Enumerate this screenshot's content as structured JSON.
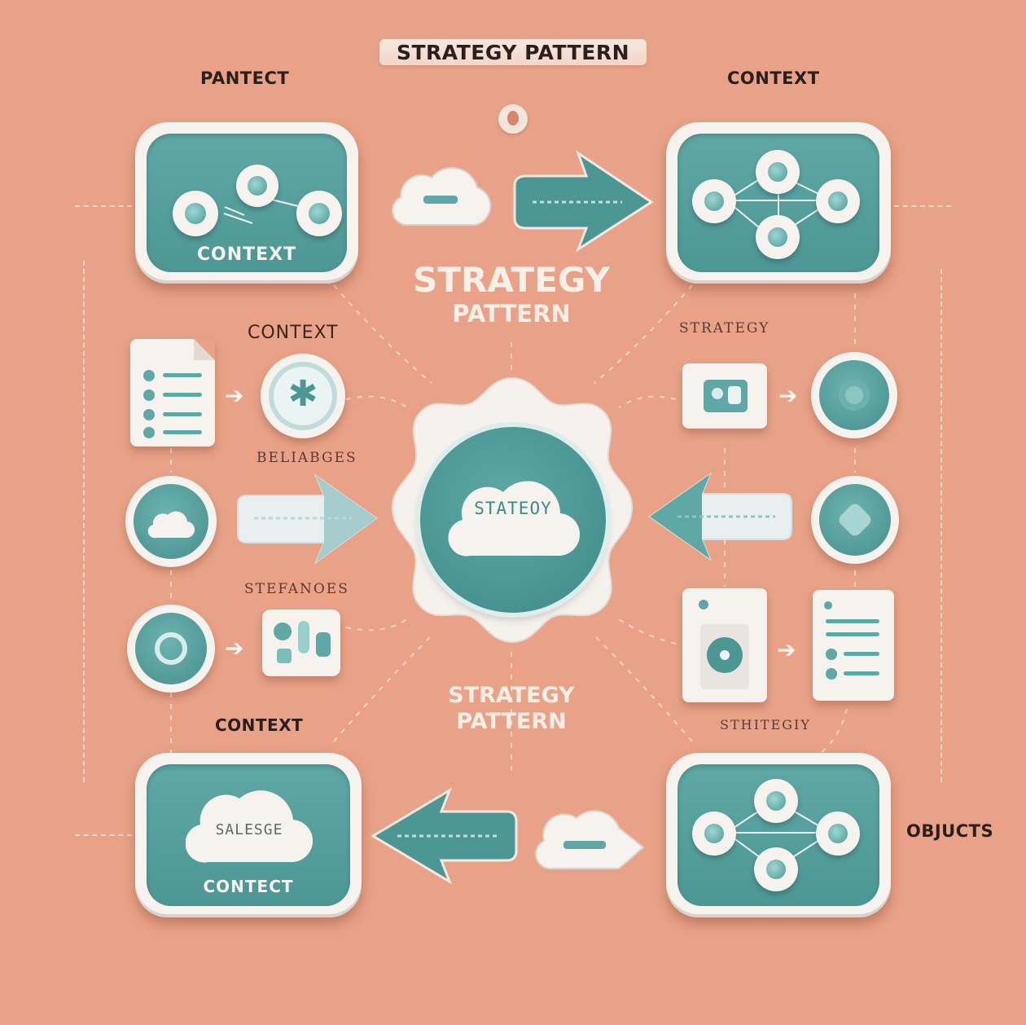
{
  "title": "STRATEGY PATTERN",
  "corner_labels": {
    "top_left": "PANTECT",
    "top_right": "CONTEXT",
    "bottom_left": "CONTEXT",
    "bottom_right": "OBJUCTS"
  },
  "center_title": {
    "line1": "STRATEGY",
    "line2": "PATTERN"
  },
  "lower_title": {
    "line1": "STRATEGY",
    "line2": "PATTERN"
  },
  "panels": {
    "top_left": "CONTEXT",
    "bottom_left": "CONTECT",
    "bottom_left_cloud": "SALESGE"
  },
  "side_labels": {
    "left_1": "CONTEXT",
    "left_2": "BELIABGES",
    "left_3": "STEFANOES",
    "right_1": "STRATEGY",
    "right_2": "STHITEGIY"
  },
  "hub_label": "STATEOY",
  "icons": {
    "arrow_right": "arrow-right-icon",
    "arrow_left": "arrow-left-icon",
    "cloud": "cloud-icon",
    "document": "document-icon",
    "gear": "gear-icon",
    "node": "node-icon"
  },
  "colors": {
    "background": "#E9A287",
    "teal": "#5FA8A6",
    "teal_dark": "#478F8D",
    "card": "#F6F2EE",
    "heading_text": "#2A1F1C"
  }
}
